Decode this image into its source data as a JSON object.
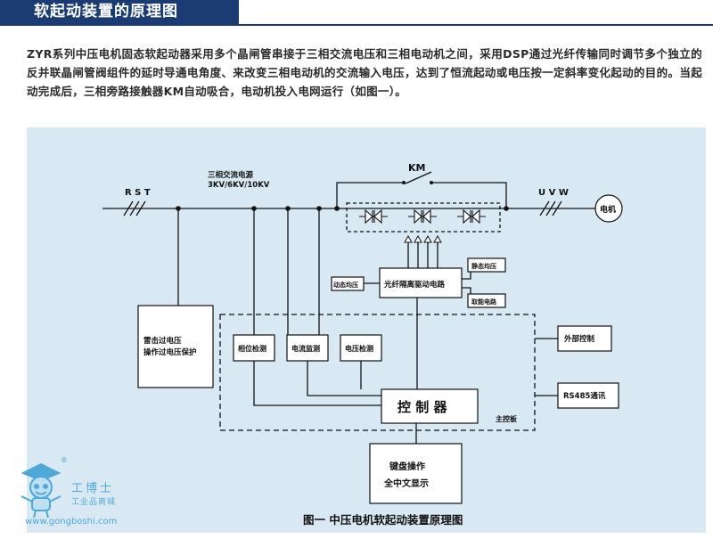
{
  "header": {
    "title": "软起动装置的原理图"
  },
  "intro": {
    "text": "ZYR系列中压电机固态软起动器采用多个晶闸管串接于三相交流电压和三相电动机之间，采用DSP通过光纤传输同时调节多个独立的反并联晶闸管阀组件的延时导通电角度、来改变三相电动机的交流输入电压，达到了恒流起动或电压按一定斜率变化起动的目的。当起动完成后，三相旁路接触器KM自动吸合，电动机投入电网运行（如图一）。"
  },
  "diagram": {
    "rst": "R S T",
    "supply_line1": "三相交流电源",
    "supply_line2": "3KV/6KV/10KV",
    "km": "KM",
    "uvw": "U V W",
    "motor": "电机",
    "optic_driver": "光纤隔离驱动电路",
    "dynamic_balance": "动态均压",
    "static_balance": "静态均压",
    "energy_circuit": "取能电路",
    "protection_line1": "雷击过电压",
    "protection_line2": "操作过电压保护",
    "phase_detect": "相位检测",
    "current_detect": "电流监测",
    "voltage_detect": "电压检测",
    "controller": "控 制 器",
    "main_board": "主控板",
    "external_control": "外部控制",
    "rs485": "RS485通讯",
    "keyboard_line1": "键盘操作",
    "keyboard_line2": "全中文显示",
    "caption": "图一  中压电机软起动装置原理图"
  },
  "watermark": {
    "name": "工博士",
    "sub": "工业品商城",
    "url": "www.gongboshi.com",
    "reg": "®"
  },
  "colors": {
    "header": "#1b3b73",
    "diagram_bg": "#d9e9f3",
    "watermark": "#4fa8d8"
  }
}
